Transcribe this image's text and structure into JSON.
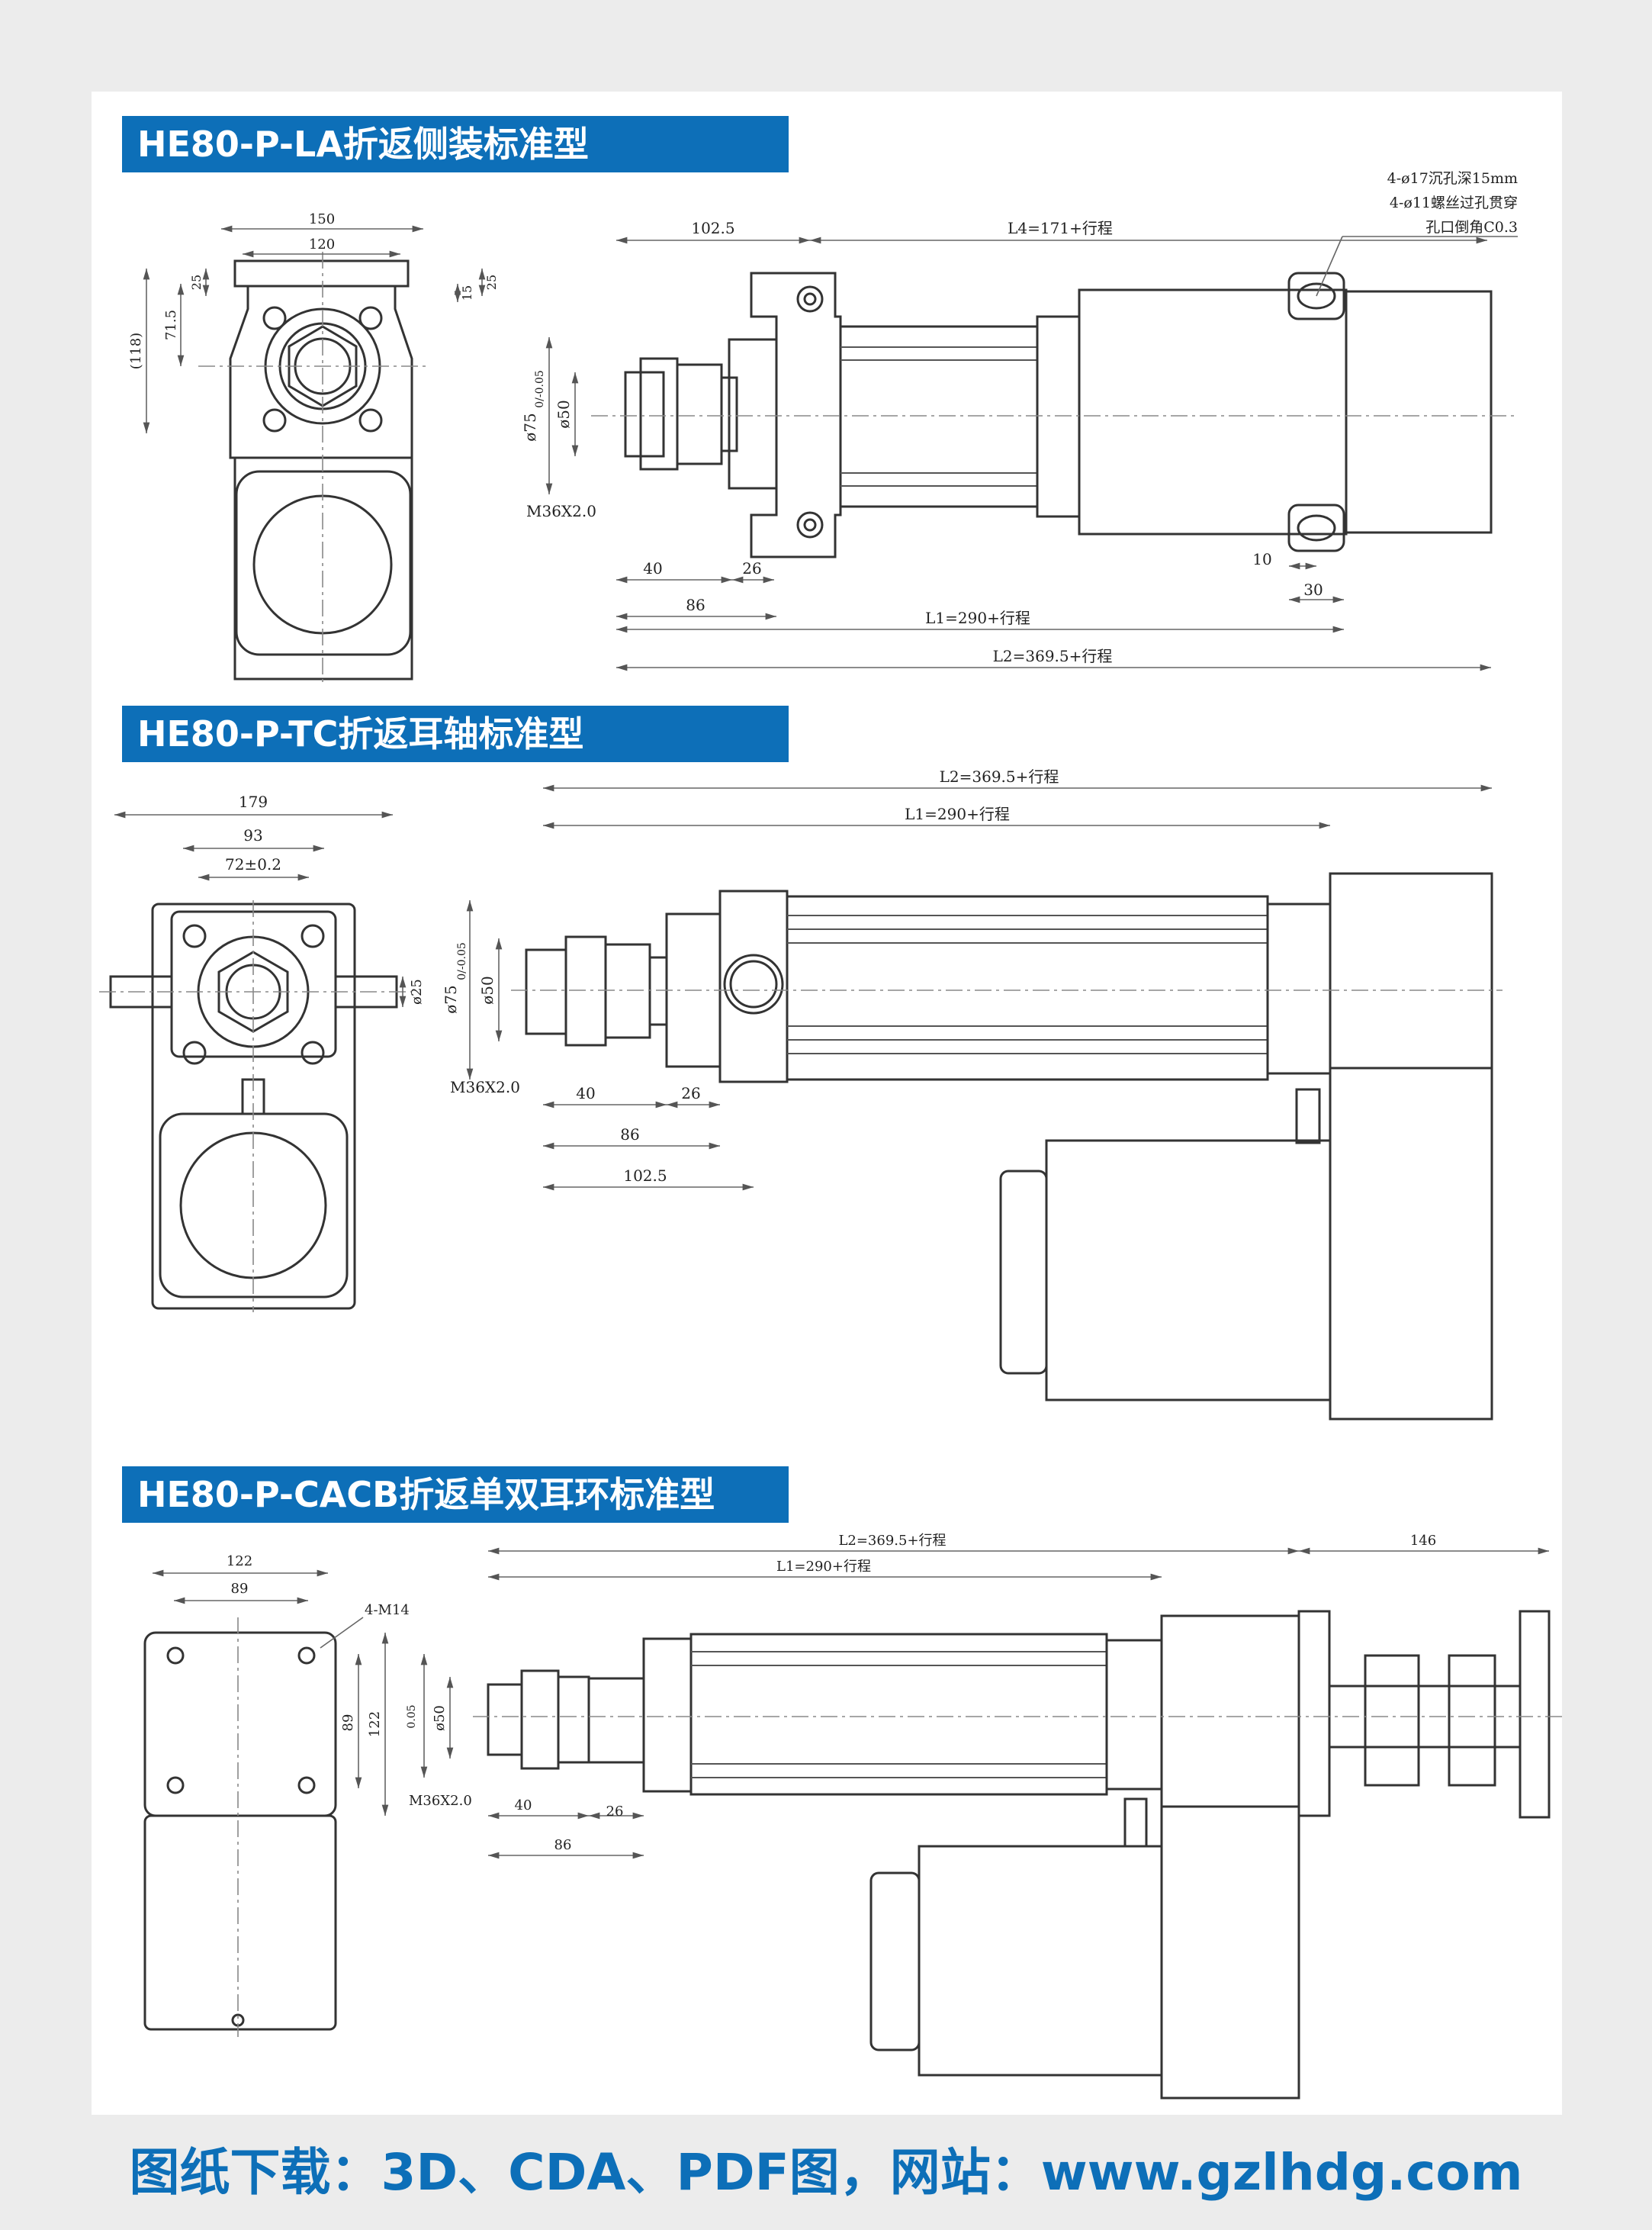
{
  "sections": [
    {
      "title": "HE80-P-LA折返侧装标准型"
    },
    {
      "title": "HE80-P-TC折返耳轴标准型"
    },
    {
      "title": "HE80-P-CACB折返单双耳环标准型"
    }
  ],
  "la": {
    "end_view": {
      "width_outer": "150",
      "width_inner": "120",
      "h_25_left": "25",
      "h_71_5": "71.5",
      "h_118": "(118)",
      "h_15": "15",
      "h_25_right": "25"
    },
    "side_view": {
      "dim_102_5": "102.5",
      "dim_L4": "L4=171+行程",
      "note_lines": [
        "4-ø17沉孔深15mm",
        "4-ø11螺丝过孔贯穿",
        "孔口倒角C0.3"
      ],
      "dim_phi75": "ø75",
      "tol_phi75": "0/-0.05",
      "dim_phi50": "ø50",
      "thread": "M36X2.0",
      "dim_40": "40",
      "dim_26": "26",
      "dim_86": "86",
      "dim_10": "10",
      "dim_30": "30",
      "dim_L1": "L1=290+行程",
      "dim_L2": "L2=369.5+行程"
    }
  },
  "tc": {
    "end_view": {
      "width_179": "179",
      "width_93": "93",
      "width_72": "72±0.2",
      "dim_phi25": "ø25"
    },
    "side_view": {
      "dim_L2": "L2=369.5+行程",
      "dim_L1": "L1=290+行程",
      "dim_phi75": "ø75",
      "tol_phi75": "0/-0.05",
      "dim_phi50": "ø50",
      "thread": "M36X2.0",
      "dim_40": "40",
      "dim_26": "26",
      "dim_86": "86",
      "dim_102_5": "102.5"
    }
  },
  "cacb": {
    "end_view": {
      "width_122": "122",
      "width_89": "89",
      "holes": "4-M14",
      "height_89": "89",
      "height_122": "122"
    },
    "side_view": {
      "dim_L2": "L2=369.5+行程",
      "dim_L1": "L1=290+行程",
      "dim_146": "146",
      "tol_partial": "0.05",
      "dim_phi50": "ø50",
      "thread": "M36X2.0",
      "dim_40": "40",
      "dim_26": "26",
      "dim_86": "86"
    }
  },
  "footer": {
    "text": "图纸下载：3D、CDA、PDF图，网站：www.gzlhdg.com"
  },
  "colors": {
    "banner": "#0d6fb8",
    "footer_text": "#0d6fb8",
    "sheet": "#ffffff",
    "background": "#ececec",
    "line": "#333333"
  }
}
